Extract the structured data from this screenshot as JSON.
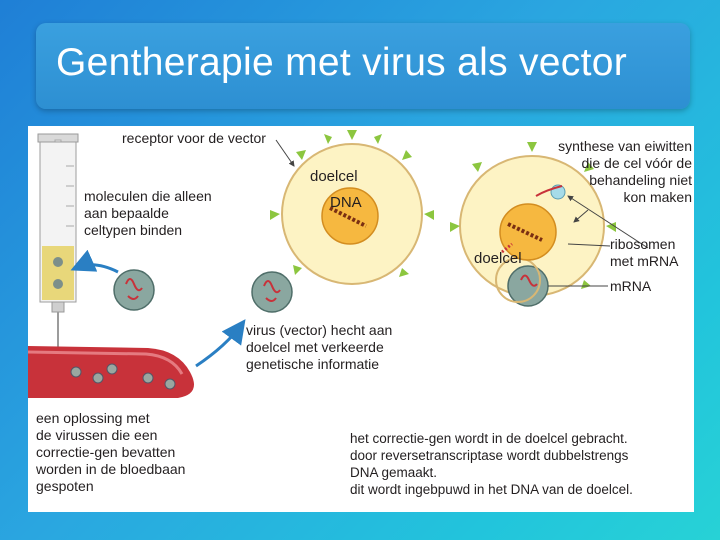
{
  "slide": {
    "title": "Gentherapie met virus als vector"
  },
  "labels": {
    "receptor": "receptor voor de vector",
    "doelcel_1": "doelcel",
    "dna": "DNA",
    "doelcel_2": "doelcel",
    "moleculen": [
      "moleculen die alleen",
      "aan bepaalde",
      "celtypen binden"
    ],
    "synthese": [
      "synthese van eiwitten",
      "die de cel vóór de",
      "behandeling niet",
      "kon maken"
    ],
    "ribosomen": [
      "ribosomen",
      "met mRNA"
    ],
    "mrna": "mRNA",
    "virus": [
      "virus (vector) hecht aan",
      "doelcel met verkeerde",
      "genetische informatie"
    ],
    "oplossing": [
      "een oplossing met",
      "de virussen die een",
      "correctie-gen bevatten",
      "worden in de bloedbaan",
      "gespoten"
    ],
    "bottom": [
      "het correctie-gen wordt in de doelcel gebracht.",
      "door reversetranscriptase wordt dubbelstrengs",
      "DNA gemaakt.",
      "dit wordt ingebpuwd in het DNA van de doelcel."
    ]
  },
  "colors": {
    "cell_fill": "#fdf3c4",
    "nucleus_fill": "#f6b840",
    "spike": "#8cc63f",
    "virus_coat": "#8aa7a0",
    "vessel": "#c8323a",
    "arrow": "#2a7fc3"
  }
}
